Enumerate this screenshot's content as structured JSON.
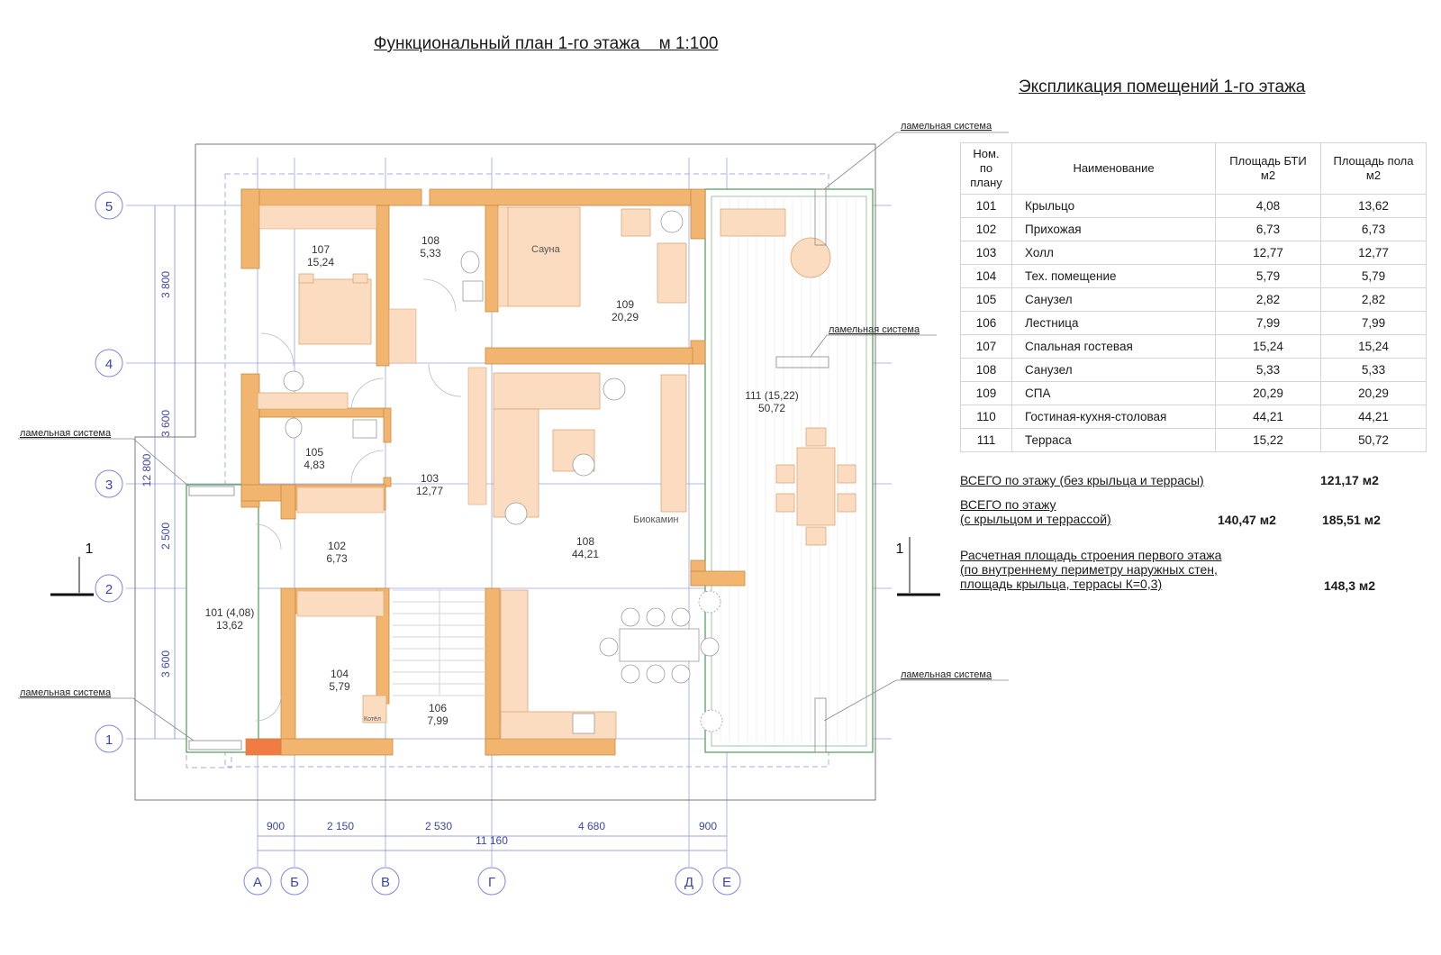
{
  "title": "Функциональный план 1-го этажа    м 1:100",
  "explication": {
    "title": "Экспликация помещений 1-го этажа",
    "headers": [
      "Ном. по плану",
      "Наименование",
      "Площадь БТИ м2",
      "Площадь пола м2"
    ],
    "rows": [
      {
        "num": "101",
        "name": "Крыльцо",
        "area_bti": "4,08",
        "area_floor": "13,62"
      },
      {
        "num": "102",
        "name": "Прихожая",
        "area_bti": "6,73",
        "area_floor": "6,73"
      },
      {
        "num": "103",
        "name": "Холл",
        "area_bti": "12,77",
        "area_floor": "12,77"
      },
      {
        "num": "104",
        "name": "Тех. помещение",
        "area_bti": "5,79",
        "area_floor": "5,79"
      },
      {
        "num": "105",
        "name": "Санузел",
        "area_bti": "2,82",
        "area_floor": "2,82"
      },
      {
        "num": "106",
        "name": "Лестница",
        "area_bti": "7,99",
        "area_floor": "7,99"
      },
      {
        "num": "107",
        "name": "Спальная гостевая",
        "area_bti": "15,24",
        "area_floor": "15,24"
      },
      {
        "num": "108",
        "name": "Санузел",
        "area_bti": "5,33",
        "area_floor": "5,33"
      },
      {
        "num": "109",
        "name": "СПА",
        "area_bti": "20,29",
        "area_floor": "20,29"
      },
      {
        "num": "110",
        "name": "Гостиная-кухня-столовая",
        "area_bti": "44,21",
        "area_floor": "44,21"
      },
      {
        "num": "111",
        "name": "Терраса",
        "area_bti": "15,22",
        "area_floor": "50,72"
      }
    ]
  },
  "totals": {
    "without_porch": {
      "label": "ВСЕГО по этажу (без крыльца и террасы)",
      "value": "121,17 м2"
    },
    "with_porch": {
      "label_1": "ВСЕГО по этажу",
      "label_2": "(с крыльцом и террассой)",
      "value_bti": "140,47 м2",
      "value_floor": "185,51 м2"
    },
    "calc": {
      "label_1": "Расчетная площадь строения первого этажа",
      "label_2": "(по внутреннему периметру наружных стен,",
      "label_3": "площадь крыльца, террасы К=0,3)",
      "value": "148,3 м2"
    }
  },
  "callouts": {
    "lamella": "ламельная система"
  },
  "axes": {
    "rows": [
      "5",
      "4",
      "3",
      "2",
      "1"
    ],
    "columns": [
      "А",
      "Б",
      "В",
      "Г",
      "Д",
      "Е"
    ]
  },
  "dimensions": {
    "horizontal": [
      "900",
      "2 150",
      "2 530",
      "4 680",
      "900"
    ],
    "total_horizontal": "11 160",
    "vertical": [
      "3 800",
      "3 600",
      "2 500",
      "3 600"
    ],
    "total_vertical": "12 800"
  },
  "section_mark": "1",
  "rooms": [
    {
      "num": "107",
      "area": "15,24"
    },
    {
      "num": "108",
      "area": "5,33"
    },
    {
      "num": "109",
      "area": "20,29"
    },
    {
      "num": "111 (15,22)",
      "area": "50,72"
    },
    {
      "num": "105",
      "area": "4,83"
    },
    {
      "num": "103",
      "area": "12,77"
    },
    {
      "num": "102",
      "area": "6,73"
    },
    {
      "num": "108",
      "area": "44,21"
    },
    {
      "num": "101 (4,08)",
      "area": "13,62"
    },
    {
      "num": "104",
      "area": "5,79"
    },
    {
      "num": "106",
      "area": "7,99"
    }
  ],
  "labels": {
    "sauna": "Сауна",
    "biofireplace": "Биокамин",
    "boiler": "Котёл"
  },
  "colors": {
    "wall": "#f2b56f",
    "wall_stroke": "#c98a3e",
    "grid": "#7d87d9",
    "furniture": "#fbdcc0",
    "furniture_stroke": "#d9a775"
  }
}
